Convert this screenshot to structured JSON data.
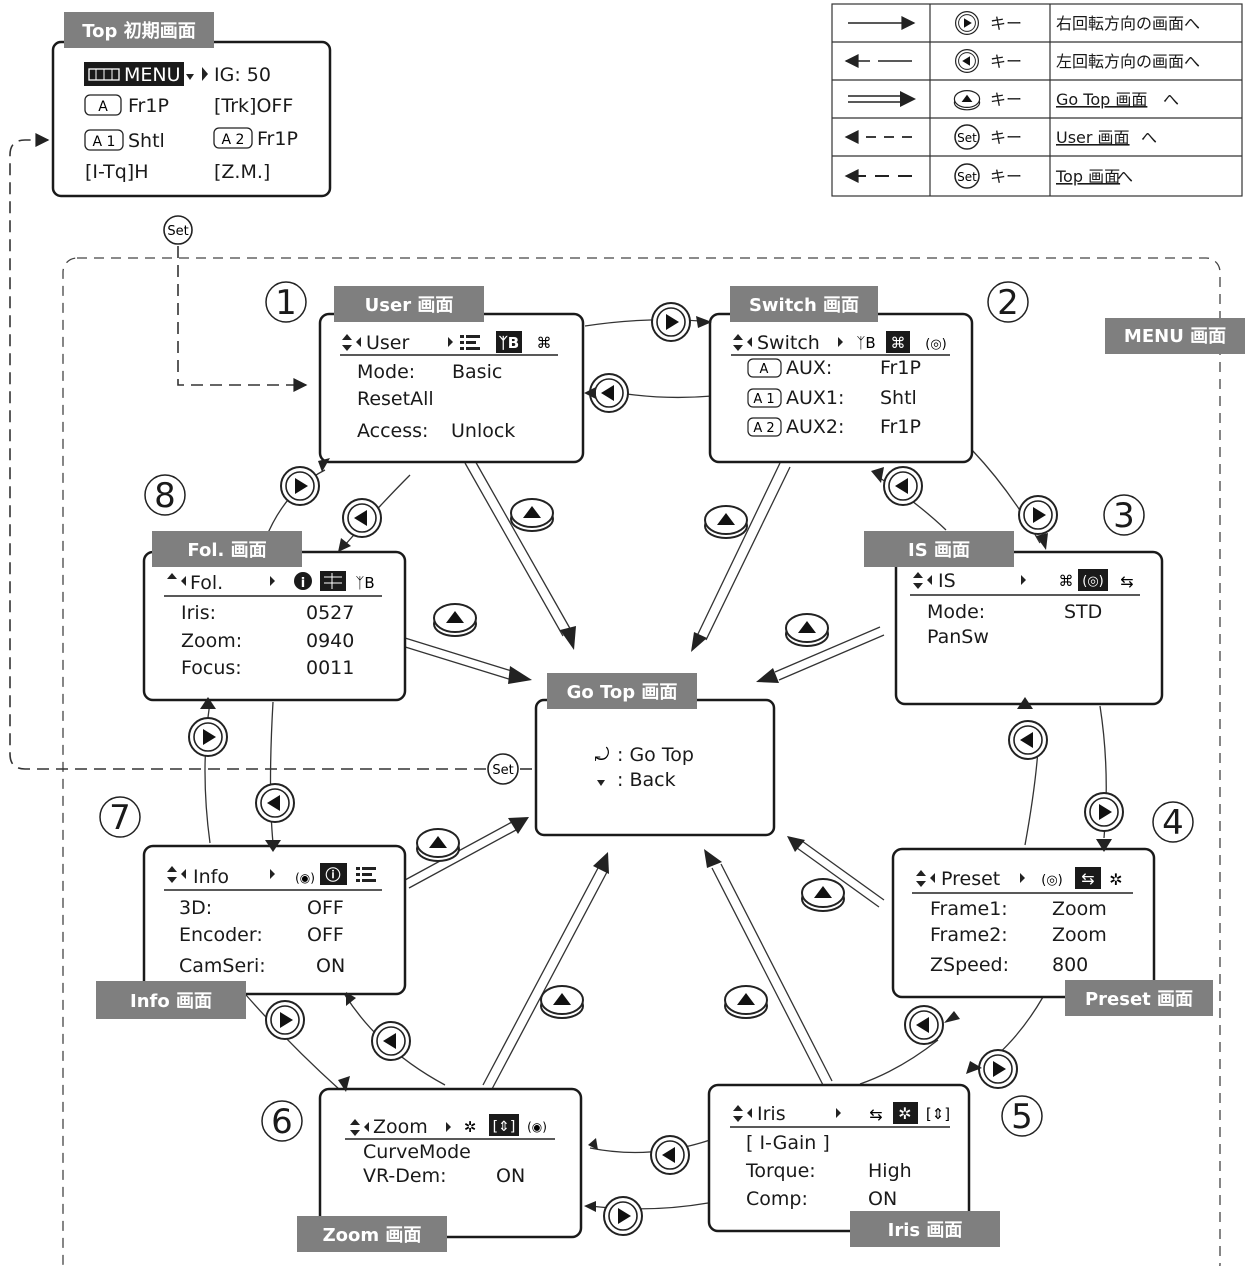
{
  "top_screen": {
    "title": "Top 初期画面",
    "menu_label": "MENU",
    "ig": "IG: 50",
    "a_label": "A",
    "a_value": "Fr1P",
    "trk": "[Trk]OFF",
    "a1_label": "A 1",
    "a1_value": "Shtl",
    "a2_label": "A 2",
    "a2_value": "Fr1P",
    "itq": "[I-Tq]H",
    "zm": "[Z.M.]"
  },
  "set_key_label": "Set",
  "menu_area_title": "MENU 画面",
  "legend": [
    {
      "arrow": "solid-right",
      "key": "キー",
      "desc": "右回転方向の画面へ",
      "underline": ""
    },
    {
      "arrow": "thin-left",
      "key": "キー",
      "desc": "左回転方向の画面へ",
      "underline": ""
    },
    {
      "arrow": "double-right",
      "key": "キー",
      "desc": "へ",
      "underline": "Go Top 画面"
    },
    {
      "arrow": "dashed-left",
      "key": "キー",
      "desc": "へ",
      "underline": "User 画面"
    },
    {
      "arrow": "dashed-left-long",
      "key": "キー",
      "desc": "へ",
      "underline": "Top 画面"
    }
  ],
  "screens": {
    "user": {
      "number": "1",
      "tag": "User 画面",
      "header": "User",
      "rows": [
        {
          "label": "Mode:",
          "value": "Basic"
        },
        {
          "label": "ResetAll",
          "value": ""
        },
        {
          "label": "Access:",
          "value": "Unlock"
        }
      ]
    },
    "switch": {
      "number": "2",
      "tag": "Switch 画面",
      "header": "Switch",
      "rows": [
        {
          "key": "A",
          "label": "AUX:",
          "value": "Fr1P"
        },
        {
          "key": "A 1",
          "label": "AUX1:",
          "value": "Shtl"
        },
        {
          "key": "A 2",
          "label": "AUX2:",
          "value": "Fr1P"
        }
      ]
    },
    "is": {
      "number": "3",
      "tag": "IS 画面",
      "header": "IS",
      "rows": [
        {
          "label": "Mode:",
          "value": "STD"
        },
        {
          "label": "PanSw",
          "value": ""
        }
      ]
    },
    "preset": {
      "number": "4",
      "tag": "Preset 画面",
      "header": "Preset",
      "rows": [
        {
          "label": "Frame1:",
          "value": "Zoom"
        },
        {
          "label": "Frame2:",
          "value": "Zoom"
        },
        {
          "label": "ZSpeed:",
          "value": "800"
        }
      ]
    },
    "iris": {
      "number": "5",
      "tag": "Iris 画面",
      "header": "Iris",
      "rows": [
        {
          "label": "[ I-Gain ]",
          "value": ""
        },
        {
          "label": "Torque:",
          "value": "High"
        },
        {
          "label": "Comp:",
          "value": "ON"
        }
      ]
    },
    "zoom": {
      "number": "6",
      "tag": "Zoom 画面",
      "header": "Zoom",
      "rows": [
        {
          "label": "CurveMode",
          "value": ""
        },
        {
          "label": "VR-Dem:",
          "value": "ON"
        }
      ]
    },
    "info": {
      "number": "7",
      "tag": "Info 画面",
      "header": "Info",
      "rows": [
        {
          "label": "3D:",
          "value": "OFF"
        },
        {
          "label": "Encoder:",
          "value": "OFF"
        },
        {
          "label": "CamSeri:",
          "value": "ON"
        }
      ]
    },
    "fol": {
      "number": "8",
      "tag": "Fol. 画面",
      "header": "Fol.",
      "rows": [
        {
          "label": "Iris:",
          "value": "0527"
        },
        {
          "label": "Zoom:",
          "value": "0940"
        },
        {
          "label": "Focus:",
          "value": "0011"
        }
      ]
    }
  },
  "go_top": {
    "tag": "Go Top 画面",
    "line1": ": Go Top",
    "line2": ": Back"
  }
}
